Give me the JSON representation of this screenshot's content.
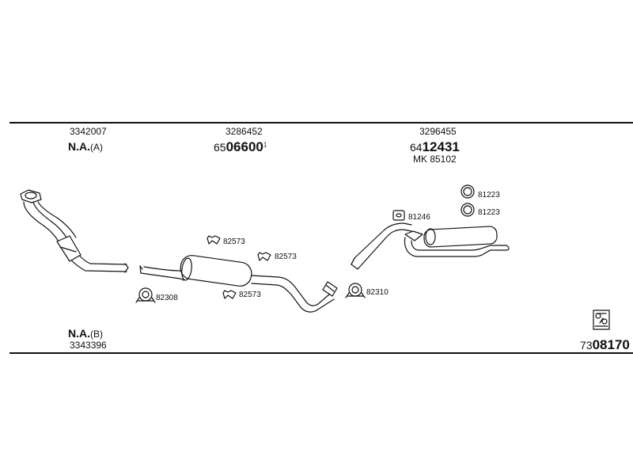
{
  "top_labels": {
    "part1_oe": "3342007",
    "part1_na": "N.A.",
    "part1_variant": "(A)",
    "part2_oe": "3286452",
    "part2_prefix": "65",
    "part2_main": "06600",
    "part2_sup": "1",
    "part3_oe": "3296455",
    "part3_prefix": "64",
    "part3_main": "12431",
    "part3_kit": "MK 85102"
  },
  "bottom_labels": {
    "part_na": "N.A.",
    "part_variant": "(B)",
    "part_oe": "3343396",
    "catalog_prefix": "73",
    "catalog_main": "08170"
  },
  "fittings": {
    "clamp_a": "82573",
    "clamp_b": "82573",
    "clamp_c": "82573",
    "clamp_d": "82308",
    "clamp_e": "82310",
    "bracket": "81246",
    "ring_a": "81223",
    "ring_b": "81223"
  },
  "colors": {
    "line": "#111111",
    "background": "#ffffff"
  }
}
